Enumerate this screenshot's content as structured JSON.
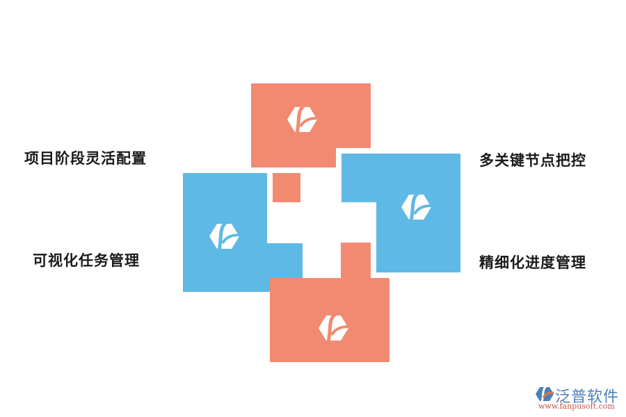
{
  "labels": {
    "top_left": "项目阶段灵活配置",
    "bottom_left": "可视化任务管理",
    "top_right": "多关键节点把控",
    "bottom_right": "精细化进度管理"
  },
  "colors": {
    "orange": "#f18a70",
    "blue": "#5eb9e5",
    "text": "#1a1a1a"
  },
  "icons": {
    "top": "brand-hexagon-icon",
    "left": "brand-hexagon-icon",
    "right": "brand-hexagon-icon",
    "bottom": "brand-hexagon-icon"
  },
  "watermark": {
    "name": "泛普软件",
    "url": "www.fanpusoft.com"
  }
}
